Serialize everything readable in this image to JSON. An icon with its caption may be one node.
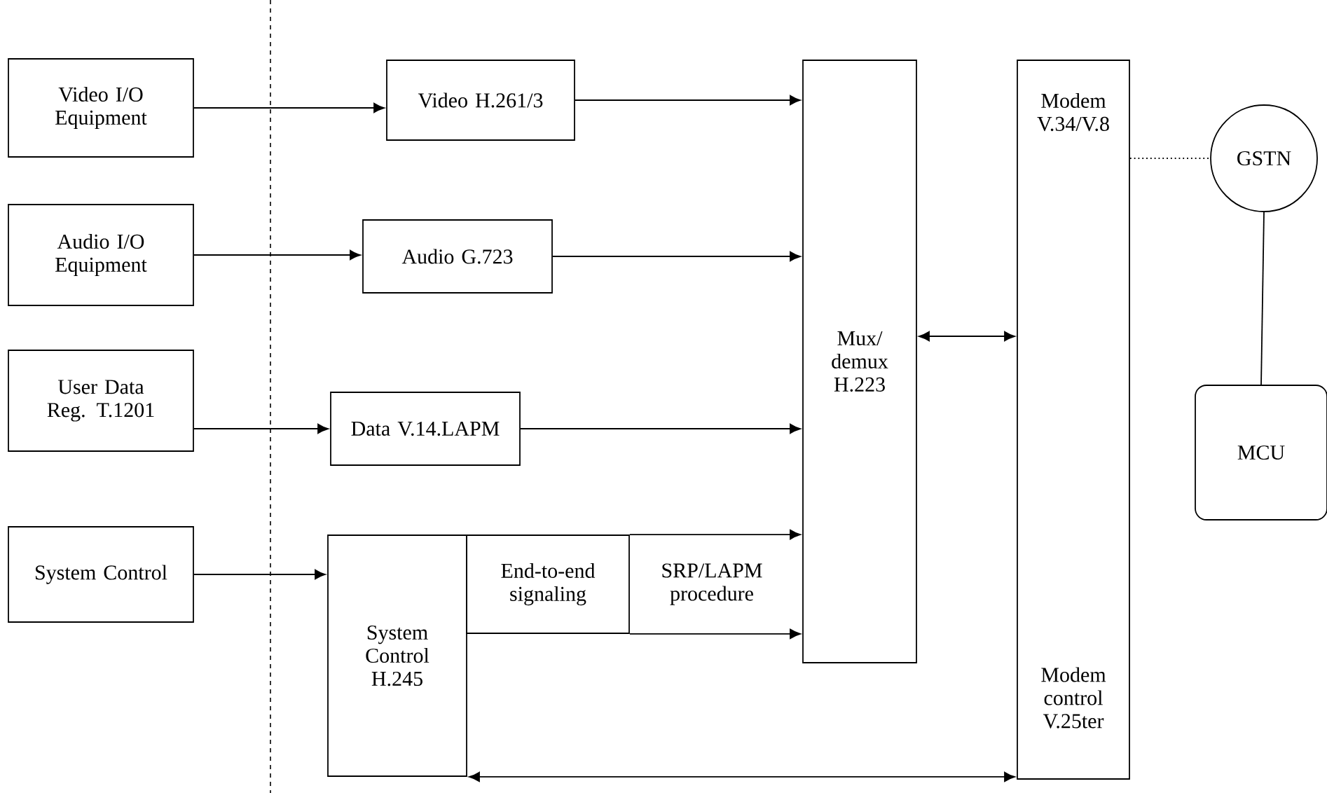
{
  "diagram": {
    "nodes": [
      {
        "text": [
          "Video I/O Equipment"
        ]
      },
      {
        "text": [
          "Audio I/O Equipment"
        ]
      },
      {
        "text": [
          "User Data Reg. T.1201"
        ]
      },
      {
        "text": [
          "System Control"
        ]
      },
      {
        "text": [
          "Video H.261/3"
        ]
      },
      {
        "text": [
          "Audio G.723"
        ]
      },
      {
        "text": [
          "Data V.14.LAPM"
        ]
      },
      {
        "text": [
          "System Control H.245"
        ]
      },
      {
        "text": [
          "End-to-end signaling"
        ]
      },
      {
        "text": [
          "SRP/LAPM procedure"
        ]
      },
      {
        "text": [
          "Mux/ demux H.223"
        ]
      },
      {
        "text": [
          "Modem V.34/V.8",
          "Modem control V.25ter"
        ]
      },
      {
        "text": [
          "GSTN"
        ]
      },
      {
        "text": [
          "MCU"
        ]
      }
    ],
    "edges": [
      {
        "from": 0,
        "to": 4,
        "arrow": "to"
      },
      {
        "from": 1,
        "to": 5,
        "arrow": "to"
      },
      {
        "from": 2,
        "to": 6,
        "arrow": "to"
      },
      {
        "from": 3,
        "to": 7,
        "arrow": "to"
      },
      {
        "from": 4,
        "to": 10,
        "arrow": "to"
      },
      {
        "from": 5,
        "to": 10,
        "arrow": "to"
      },
      {
        "from": 6,
        "to": 10,
        "arrow": "to"
      },
      {
        "from": 8,
        "to": 10,
        "arrow": "to"
      },
      {
        "from": 8,
        "to": 10,
        "arrow": "to"
      },
      {
        "from": 10,
        "to": 11,
        "arrow": "both"
      },
      {
        "from": 7,
        "to": 11,
        "arrow": "both"
      },
      {
        "from": 11,
        "to": 12,
        "arrow": "none",
        "style": "dashed"
      },
      {
        "from": 12,
        "to": 13,
        "arrow": "none"
      }
    ]
  }
}
